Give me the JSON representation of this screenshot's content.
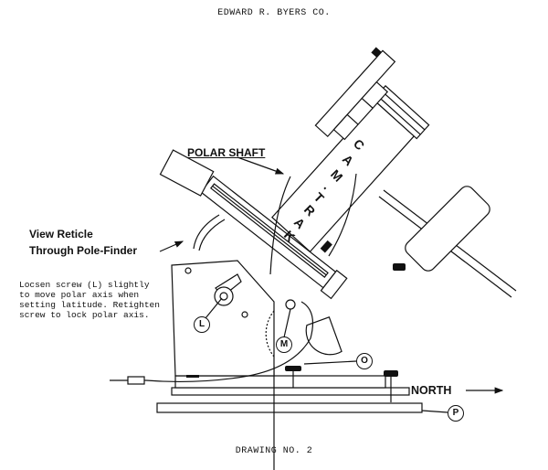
{
  "header": "EDWARD R. BYERS CO.",
  "footer": "DRAWING NO. 2",
  "labels": {
    "polar_shaft": "POLAR SHAFT",
    "reticle_line1": "View Reticle",
    "reticle_line2": "Through Pole-Finder",
    "north": "NORTH",
    "note": "Locsen screw (L) slightly\nto move polar axis when\nsetting latitude. Retighten\nscrew to lock polar axis."
  },
  "callouts": [
    "L",
    "M",
    "O",
    "P"
  ],
  "brand": [
    "C",
    "A",
    "M",
    "·",
    "T",
    "R",
    "A",
    "K"
  ]
}
